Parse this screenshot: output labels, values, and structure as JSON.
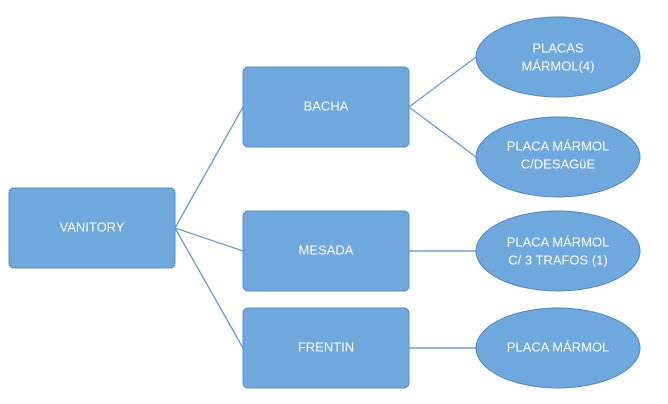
{
  "diagram": {
    "root": {
      "label": "VANITORY"
    },
    "level1": [
      {
        "label": "BACHA"
      },
      {
        "label": "MESADA"
      },
      {
        "label": "FRENTIN"
      }
    ],
    "level2": [
      {
        "line1": "PLACAS",
        "line2": "MÁRMOL(4)"
      },
      {
        "line1": "PLACA MÁRMOL",
        "line2": "C/DESAGüE"
      },
      {
        "line1": "PLACA MÁRMOL",
        "line2": "C/ 3 TRAFOS (1)"
      },
      {
        "line1": "PLACA MÁRMOL",
        "line2": ""
      }
    ],
    "colors": {
      "node_fill": "#6fa8dc",
      "connector": "#6f9fd0",
      "text": "#ffffff"
    }
  }
}
